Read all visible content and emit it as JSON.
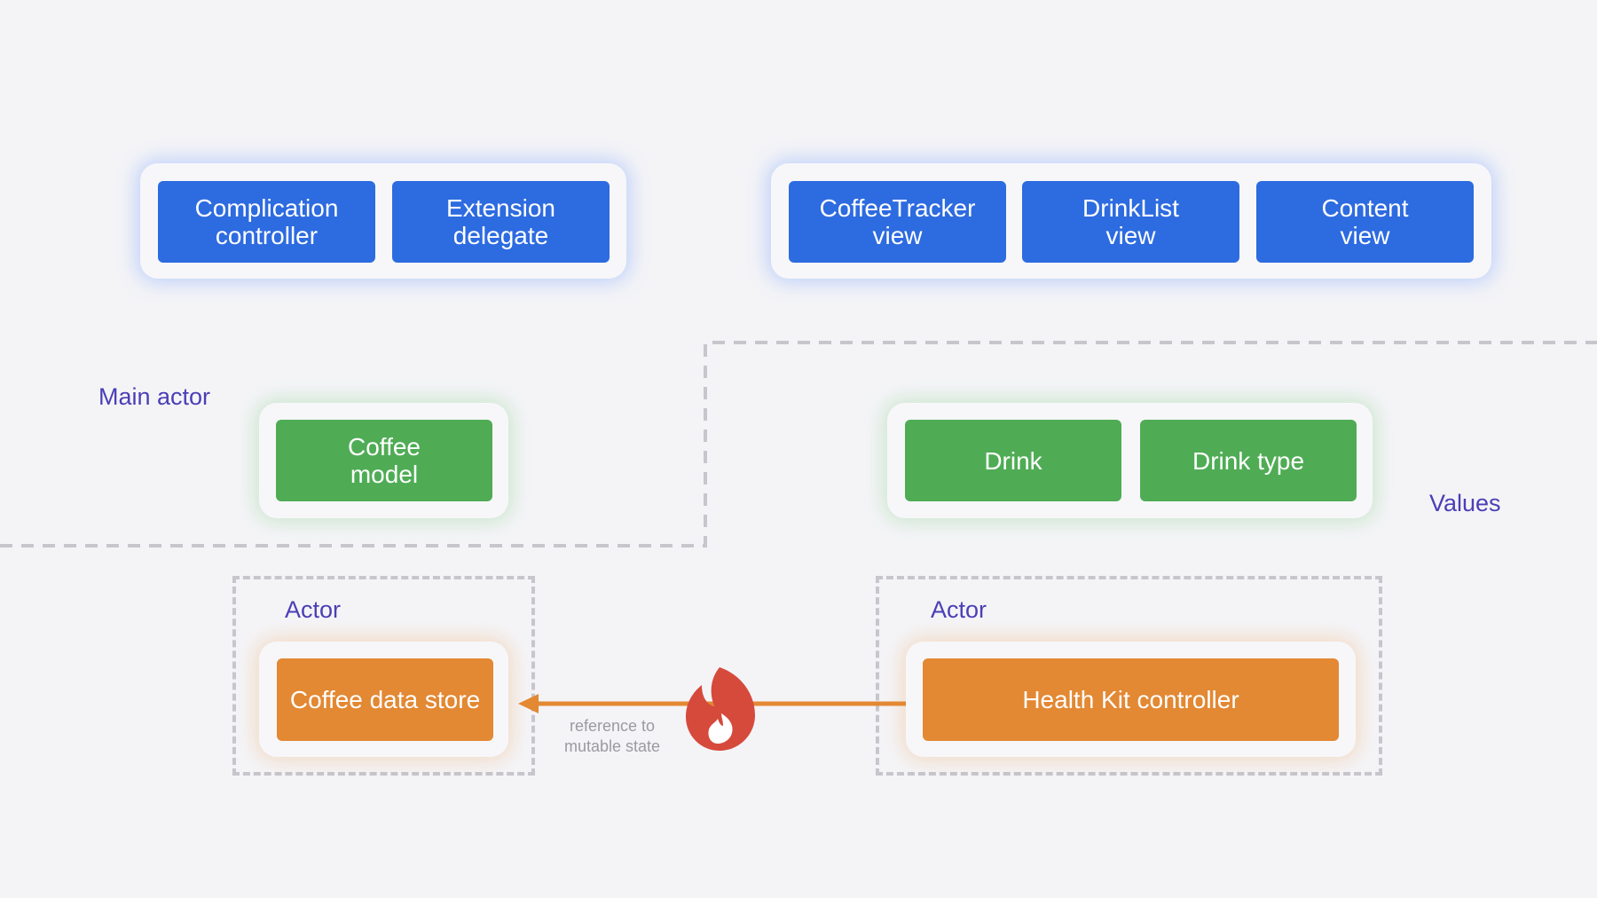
{
  "colors": {
    "background": "#f4f4f7",
    "main_actor": "#2d6be0",
    "values": "#4fac55",
    "actor": "#e38833",
    "label": "#4a3fb5",
    "conflict_icon": "#d64a3c"
  },
  "nodes": {
    "complication_controller": "Complication\ncontroller",
    "extension_delegate": "Extension\ndelegate",
    "coffeetracker_view": "CoffeeTracker view",
    "drinklist_view": "DrinkList\nview",
    "content_view": "Content\nview",
    "coffee_model": "Coffee\nmodel",
    "drink": "Drink",
    "drink_type": "Drink type",
    "coffee_data_store": "Coffee data store",
    "health_kit_controller": "Health Kit controller"
  },
  "regions": {
    "main_actor": "Main actor",
    "values": "Values",
    "actor_left": "Actor",
    "actor_right": "Actor"
  },
  "edge": {
    "label": "reference to\nmutable state",
    "icon": "flame-icon"
  }
}
